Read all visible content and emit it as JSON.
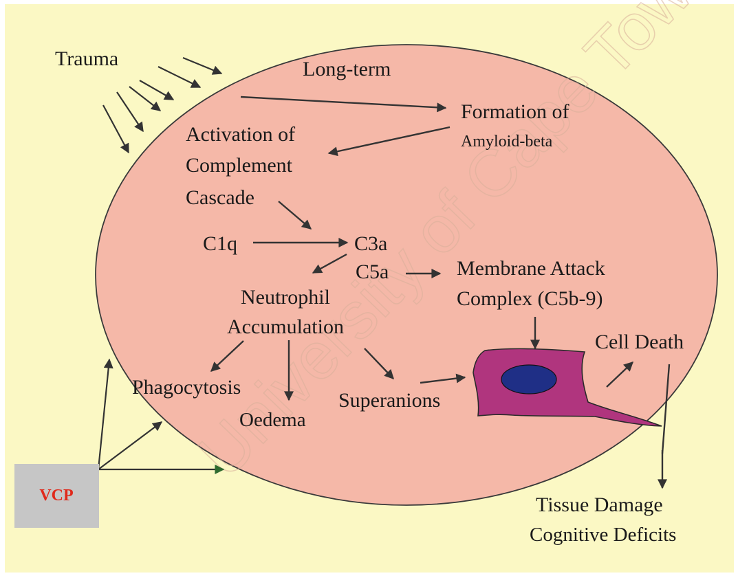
{
  "colors": {
    "background": "#fbf8c4",
    "circle_fill": "#f5b8a8",
    "circle_stroke": "#3a3a3a",
    "arrow": "#333333",
    "cell_body": "#b0357e",
    "cell_nucleus": "#1f2f86",
    "vcp_box": "#c6c6c6",
    "vcp_text": "#e0291b",
    "green_arrowhead": "#2f6b2f"
  },
  "labels": {
    "trauma": "Trauma",
    "long_term": "Long-term",
    "formation_of": "Formation of",
    "amyloid_beta": "Amyloid-beta",
    "activation_line1": "Activation of",
    "activation_line2": "Complement",
    "activation_line3": "Cascade",
    "c1q": "C1q",
    "c3a": "C3a",
    "c5a": "C5a",
    "mac_line1": "Membrane Attack",
    "mac_line2": "Complex (C5b-9)",
    "neutrophil_line1": "Neutrophil",
    "neutrophil_line2": "Accumulation",
    "cell_death": "Cell Death",
    "phagocytosis": "Phagocytosis",
    "oedema": "Oedema",
    "superanions": "Superanions",
    "vcp": "VCP",
    "tissue_damage": "Tissue Damage",
    "cognitive_deficits": "Cognitive Deficits"
  },
  "watermark": "University of Cape Town"
}
